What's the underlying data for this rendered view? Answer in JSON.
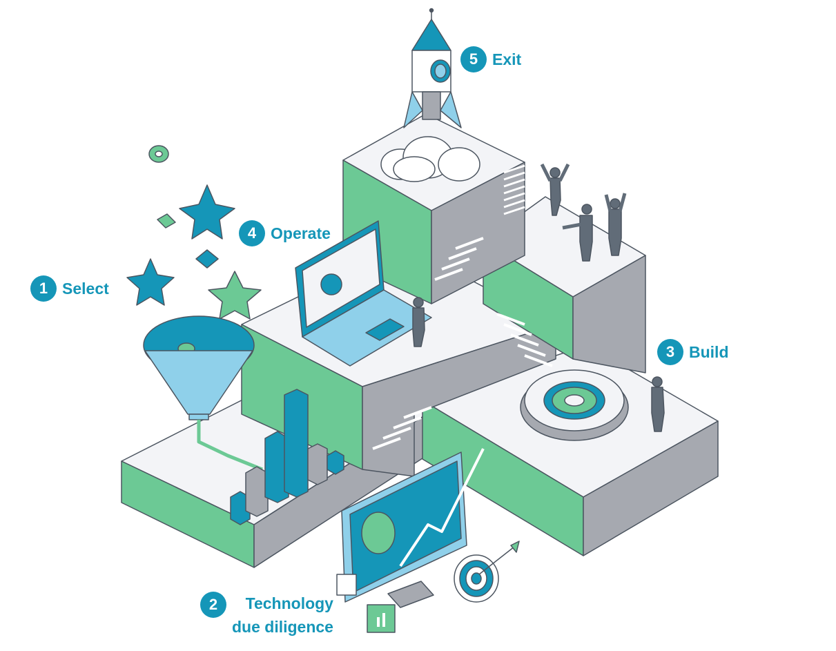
{
  "colors": {
    "teal": "#1596b8",
    "green": "#6cc995",
    "gray_top": "#f3f4f7",
    "gray_side": "#a6a9b0",
    "outline": "#4c5560",
    "light_blue": "#8fd0ea",
    "person": "#616c78"
  },
  "steps": [
    {
      "number": "1",
      "label": "Select"
    },
    {
      "number": "2",
      "label_line1": "Technology",
      "label_line2": "due diligence"
    },
    {
      "number": "3",
      "label": "Build"
    },
    {
      "number": "4",
      "label": "Operate"
    },
    {
      "number": "5",
      "label": "Exit"
    }
  ],
  "icons": [
    "rocket-icon",
    "cloud-icon",
    "people-icon",
    "laptop-icon",
    "star-icon",
    "funnel-icon",
    "bar-chart-icon",
    "monitor-icon",
    "target-icon",
    "gear-icon",
    "stairs-icon"
  ]
}
